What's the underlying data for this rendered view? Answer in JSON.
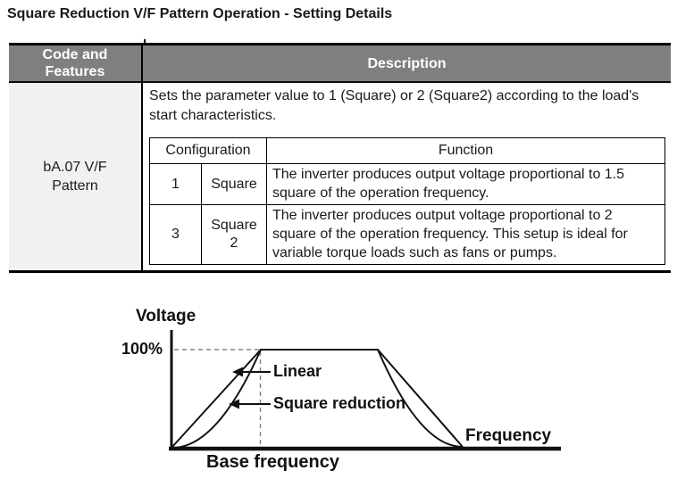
{
  "page": {
    "title": "Square Reduction V/F Pattern Operation - Setting Details"
  },
  "table": {
    "header": {
      "code_features": "Code and\nFeatures",
      "description": "Description"
    },
    "row": {
      "code": "bA.07 V/F\nPattern",
      "description": "Sets the parameter value to 1 (Square) or 2 (Square2) according to the load's start characteristics.",
      "config_table": {
        "header": {
          "configuration": "Configuration",
          "function": "Function"
        },
        "rows": [
          {
            "value": "1",
            "name": "Square",
            "function": "The inverter produces output voltage proportional to 1.5 square of the operation frequency."
          },
          {
            "value": "3",
            "name": "Square\n2",
            "function": "The inverter produces output voltage proportional to 2 square of the operation frequency. This setup is ideal for variable torque loads such as fans or pumps."
          }
        ]
      }
    }
  },
  "diagram": {
    "y_axis_label": "Voltage",
    "y_max_label": "100%",
    "linear_label": "Linear",
    "square_label": "Square reduction",
    "x_axis_label": "Frequency",
    "x_tick_label": "Base frequency",
    "colors": {
      "line": "#111111",
      "dashed": "#888888",
      "header_gray": "#7f7f7f",
      "code_cell_bg": "#f1f1f1"
    }
  },
  "chart_data": {
    "type": "line",
    "title": "",
    "xlabel": "Frequency",
    "ylabel": "Voltage",
    "ylim": [
      0,
      100
    ],
    "x_unit": "normalized (1 = base frequency)",
    "legend_position": "inline-arrows",
    "grid": false,
    "annotations": [
      "100%",
      "Base frequency"
    ],
    "series": [
      {
        "name": "Linear",
        "x": [
          0,
          1,
          2.3,
          3.25
        ],
        "y": [
          0,
          100,
          100,
          0
        ]
      },
      {
        "name": "Square reduction",
        "x": [
          0,
          0.25,
          0.5,
          0.75,
          1,
          2.3,
          2.55,
          2.8,
          3.25
        ],
        "y": [
          0,
          6,
          25,
          56,
          100,
          100,
          45,
          15,
          0
        ]
      }
    ]
  }
}
